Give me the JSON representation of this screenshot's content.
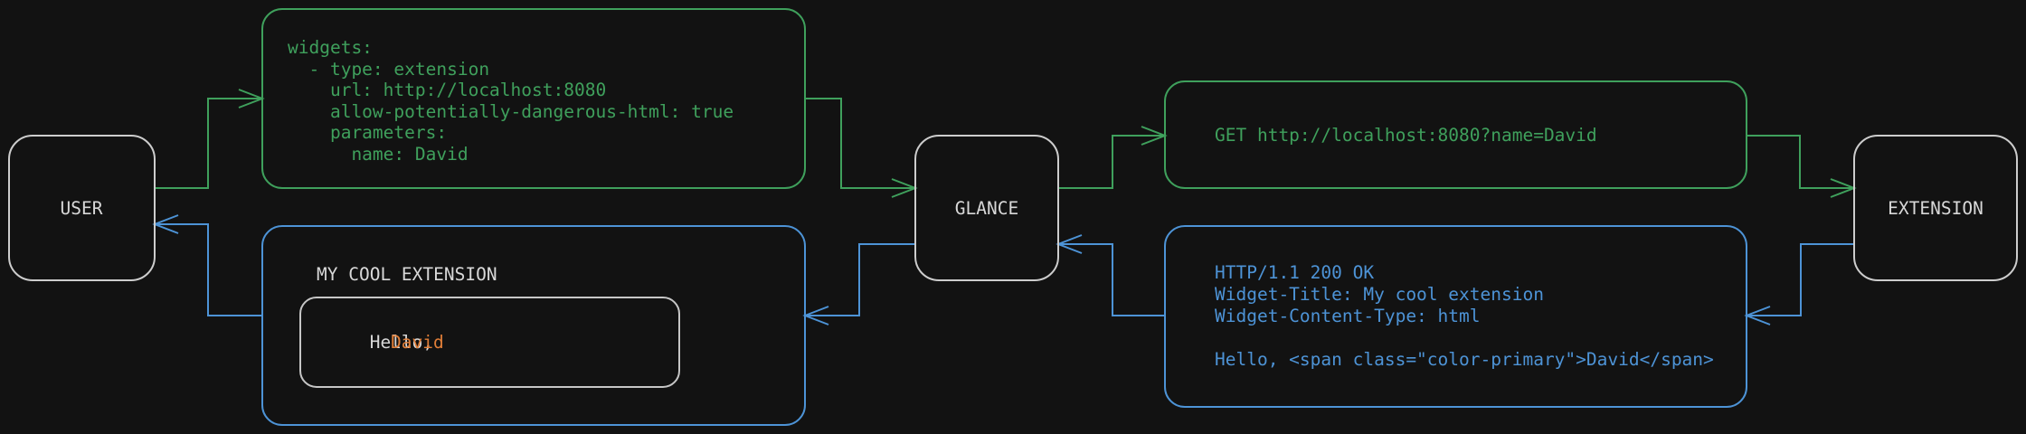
{
  "canvas": {
    "background": "#121212"
  },
  "colors": {
    "green": "#3fa05c",
    "blue": "#4d93d6",
    "node_border": "#cdcdcd",
    "text_light": "#d8d8d8",
    "inner_border": "#c6c6c6",
    "accent_orange": "#e07e38"
  },
  "nodes": {
    "user": "USER",
    "glance": "GLANCE",
    "extension": "EXTENSION"
  },
  "config_box": {
    "lines": [
      "widgets:",
      "  - type: extension",
      "    url: http://localhost:8080",
      "    allow-potentially-dangerous-html: true",
      "    parameters:",
      "      name: David"
    ]
  },
  "request_box": {
    "text": "GET http://localhost:8080?name=David"
  },
  "response_box": {
    "lines": [
      "HTTP/1.1 200 OK",
      "Widget-Title: My cool extension",
      "Widget-Content-Type: html",
      "",
      "Hello, <span class=\"color-primary\">David</span>"
    ]
  },
  "widget_box": {
    "title": "MY COOL EXTENSION",
    "greeting_prefix": "Hello,",
    "greeting_name": "David"
  }
}
